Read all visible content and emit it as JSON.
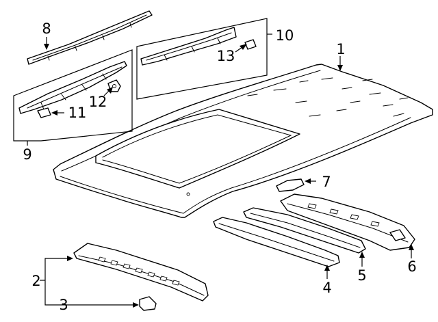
{
  "diagram": {
    "callouts": [
      {
        "id": "c1",
        "text": "1"
      },
      {
        "id": "c2",
        "text": "2"
      },
      {
        "id": "c3",
        "text": "3"
      },
      {
        "id": "c4",
        "text": "4"
      },
      {
        "id": "c5",
        "text": "5"
      },
      {
        "id": "c6",
        "text": "6"
      },
      {
        "id": "c7",
        "text": "7"
      },
      {
        "id": "c8",
        "text": "8"
      },
      {
        "id": "c9",
        "text": "9"
      },
      {
        "id": "c10",
        "text": "10"
      },
      {
        "id": "c11",
        "text": "11"
      },
      {
        "id": "c12",
        "text": "12"
      },
      {
        "id": "c13",
        "text": "13"
      }
    ]
  }
}
